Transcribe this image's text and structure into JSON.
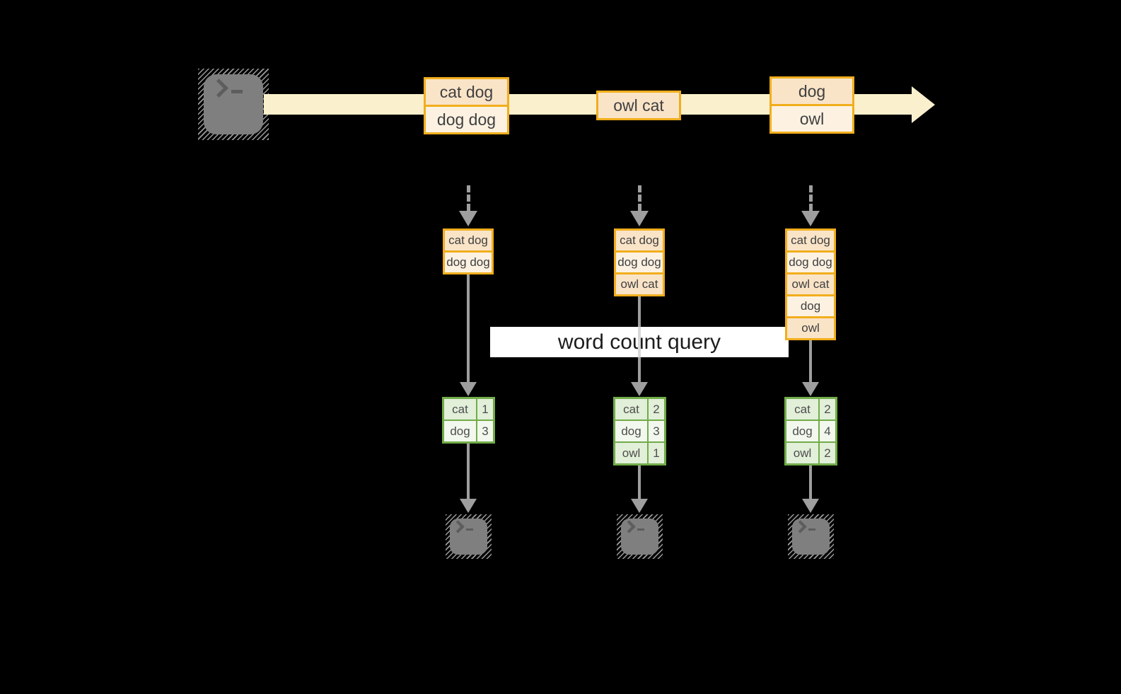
{
  "title": "structured streaming word count diagram",
  "colors": {
    "background": "#000000",
    "stream_band": "#faf0cd",
    "record_border": "#f1ae1c",
    "record_fill_dark": "#fae4c8",
    "record_fill_light": "#fdf2e2",
    "result_border": "#71ac49",
    "result_fill_dark": "#e2efd9",
    "result_fill_light": "#f3f8ee",
    "arrow_gray": "#9e9e9e",
    "terminal_gray": "#7f7f7f",
    "query_box": "#ffffff"
  },
  "icons": {
    "source": "terminal-icon",
    "outputs": [
      "terminal-icon",
      "terminal-icon",
      "terminal-icon"
    ]
  },
  "stream": {
    "batches": [
      {
        "lines": [
          "cat dog",
          "dog dog"
        ]
      },
      {
        "lines": [
          "owl cat"
        ]
      },
      {
        "lines": [
          "dog",
          "owl"
        ]
      }
    ]
  },
  "stacks": [
    {
      "lines": [
        "cat dog",
        "dog dog"
      ]
    },
    {
      "lines": [
        "cat dog",
        "dog dog",
        "owl cat"
      ]
    },
    {
      "lines": [
        "cat dog",
        "dog dog",
        "owl cat",
        "dog",
        "owl"
      ]
    }
  ],
  "query_label": "word count query",
  "results": [
    {
      "rows": [
        {
          "word": "cat",
          "count": "1"
        },
        {
          "word": "dog",
          "count": "3"
        }
      ]
    },
    {
      "rows": [
        {
          "word": "cat",
          "count": "2"
        },
        {
          "word": "dog",
          "count": "3"
        },
        {
          "word": "owl",
          "count": "1"
        }
      ]
    },
    {
      "rows": [
        {
          "word": "cat",
          "count": "2"
        },
        {
          "word": "dog",
          "count": "4"
        },
        {
          "word": "owl",
          "count": "2"
        }
      ]
    }
  ]
}
